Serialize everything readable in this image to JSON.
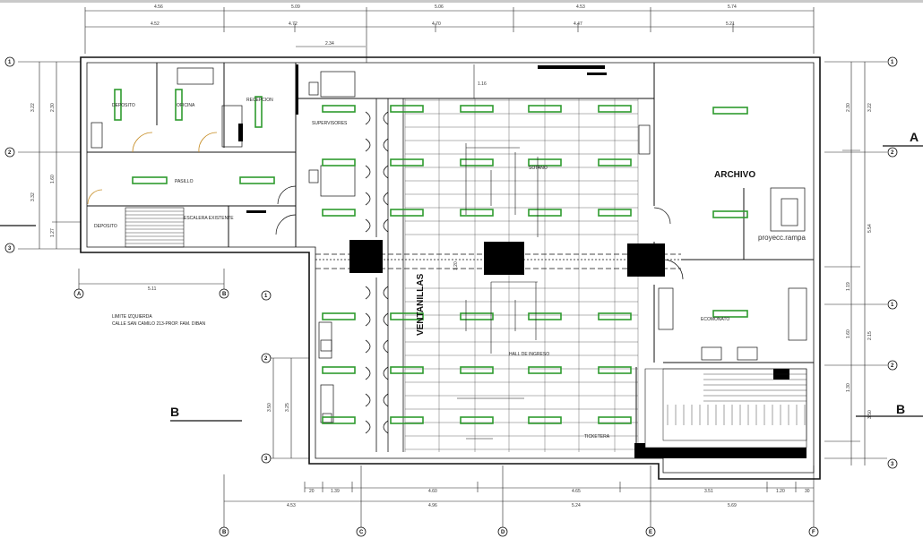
{
  "rooms": {
    "archivo": "ARCHIVO",
    "supervisores": "SUPERVISORES",
    "sotano": "SOTANO",
    "economato": "ECOMONATO",
    "hall": "HALL DE INGRESO",
    "ticketera": "TICKETERA",
    "deposito": "DEPOSITO",
    "pasillo": "PASILLO",
    "recepcion": "RECEPCION",
    "escalera": "ESCALERA EXISTENTE",
    "deposito2": "DEPOSITO",
    "oficina": "OFICINA",
    "ventanillas": "VENTANILLAS",
    "limite_1": "LIMITE IZQUIERDA",
    "limite_2": "CALLE SAN CAMILO 213-PROP. FAM. DIBAN"
  },
  "watermark": "proyecc.rampa",
  "section_marks": [
    "A",
    "B",
    "B"
  ],
  "axis_top": [
    "1",
    "2",
    "3"
  ],
  "axis_right": [
    "1",
    "2",
    "1",
    "2",
    "3"
  ],
  "axis_bottom": [
    "A",
    "B",
    "1",
    "B",
    "C",
    "D",
    "E",
    "F"
  ],
  "axis_mid": [
    "2",
    "3"
  ],
  "dims": {
    "top_row1": [
      "4.56",
      "5.09",
      "5.06",
      "4.53",
      "5.74"
    ],
    "top_row2": [
      "4.52",
      "4.72",
      "4.70",
      "4.47",
      "5.21"
    ],
    "top_small": [
      "2.34",
      "1.16"
    ],
    "left": [
      "3.22",
      "2.30",
      "1.60",
      "3.32",
      "1.27"
    ],
    "right": [
      "3.22",
      "2.30",
      "5.54",
      "2.15",
      "1.19",
      "1.60",
      "1.30",
      "3.50"
    ],
    "bottom_row1": [
      "20",
      "1.39",
      "4.60",
      "4.65",
      "3.51",
      "1.20",
      "30"
    ],
    "bottom_row2": [
      "4.53",
      "4.96",
      "5.24",
      "5.69"
    ],
    "left_lower": [
      "5.11"
    ],
    "mid_left": [
      "3.50",
      "3.25"
    ],
    "mid_small": [
      "1.20"
    ]
  },
  "colors": {
    "line": "#111111",
    "furniture": "#2e9b2e",
    "column": "#000000",
    "door": "#c8902a"
  }
}
